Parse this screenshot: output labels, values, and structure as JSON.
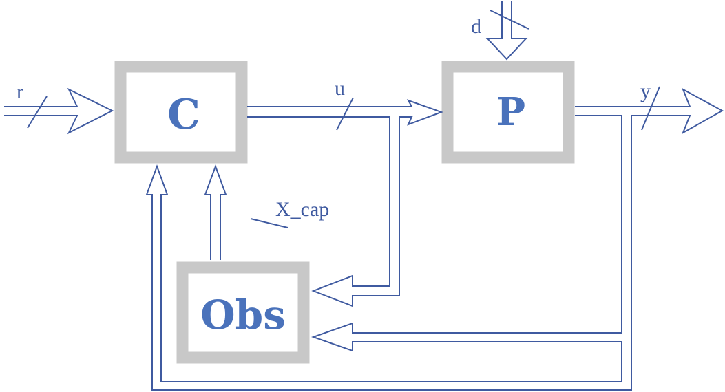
{
  "blocks": {
    "controller": "C",
    "plant": "P",
    "observer": "Obs"
  },
  "signals": {
    "reference": "r",
    "disturbance": "d",
    "control": "u",
    "output": "y",
    "state_estimate": "X_cap"
  },
  "colors": {
    "block_border": "#c8c8c8",
    "block_text": "#4a72bb",
    "wire": "#3f5aa0"
  }
}
